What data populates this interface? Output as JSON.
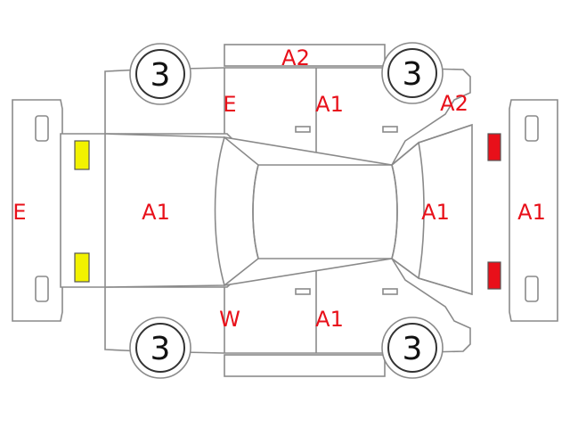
{
  "colors": {
    "outline": "#8a8a8a",
    "damage_code": "#e8101a",
    "wheel_number": "#111111",
    "front_lamps": "#f2f200",
    "rear_lamps": "#e8101a"
  },
  "wheels": [
    {
      "label": "3"
    },
    {
      "label": "3"
    },
    {
      "label": "3"
    },
    {
      "label": "3"
    }
  ],
  "codes": [
    {
      "text": "A2"
    },
    {
      "text": "E"
    },
    {
      "text": "A1"
    },
    {
      "text": "A2"
    },
    {
      "text": "E"
    },
    {
      "text": "A1"
    },
    {
      "text": "A1"
    },
    {
      "text": "A1"
    },
    {
      "text": "W"
    },
    {
      "text": "A1"
    }
  ]
}
